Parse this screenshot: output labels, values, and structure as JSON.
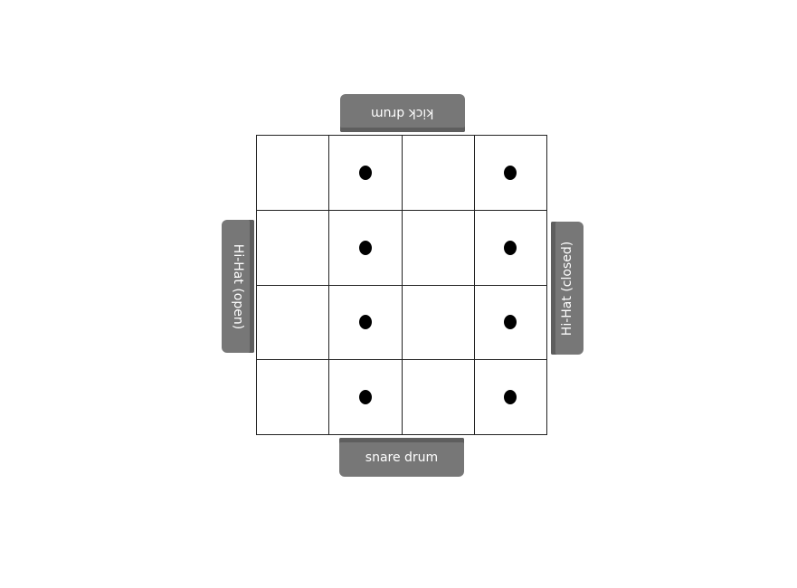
{
  "pads": {
    "top": "kick drum",
    "bottom": "snare drum",
    "left": "Hi-Hat (open)",
    "right": "Hi-Hat (closed)"
  },
  "grid": {
    "rows": 4,
    "cols": 4,
    "cells": [
      [
        false,
        true,
        false,
        true
      ],
      [
        false,
        true,
        false,
        true
      ],
      [
        false,
        true,
        false,
        true
      ],
      [
        false,
        true,
        false,
        true
      ]
    ]
  }
}
